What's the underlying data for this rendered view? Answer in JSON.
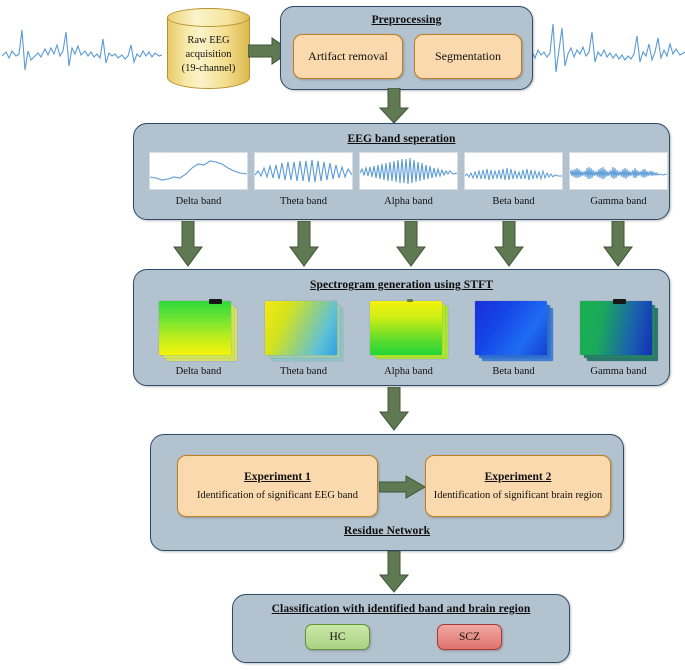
{
  "figure": {
    "title": "EEG schizophrenia classification pipeline",
    "colors": {
      "panel_fill": "#b3c2cf",
      "panel_border": "#2e4a66",
      "box_fill": "#fad9ae",
      "box_border": "#c07f20",
      "arrow": "#5f7a52",
      "arrow_border": "#3f5436",
      "cylinder_fill": "#f3e09a",
      "cylinder_border": "#b8912c",
      "wave": "#5b9bd5",
      "hc": "#b5dc8e",
      "scz": "#e88b86"
    }
  },
  "source": {
    "cylinder": {
      "line1": "Raw EEG",
      "line2": "acquisition",
      "line3": "(19-channel)"
    },
    "wave_left_name": "raw-eeg-waveform-left",
    "wave_right_name": "raw-eeg-waveform-right"
  },
  "preprocessing": {
    "title": "Preprocessing",
    "boxes": [
      {
        "label": "Artifact removal"
      },
      {
        "label": "Segmentation"
      }
    ]
  },
  "band_separation": {
    "title": "EEG band seperation",
    "bands": [
      {
        "label": "Delta band",
        "wave": "delta"
      },
      {
        "label": "Theta band",
        "wave": "theta"
      },
      {
        "label": "Alpha band",
        "wave": "alpha"
      },
      {
        "label": "Beta band",
        "wave": "beta"
      },
      {
        "label": "Gamma band",
        "wave": "gamma"
      }
    ]
  },
  "spectrogram": {
    "title": "Spectrogram generation using STFT",
    "bands": [
      {
        "label": "Delta band",
        "gradient": "linear-gradient(to bottom,#2fd93a 0%,#63e234 28%,#bdee1d 68%,#f5f30a 100%)",
        "tab": true
      },
      {
        "label": "Theta band",
        "gradient": "linear-gradient(115deg,#f2e911 0%,#d4e31c 28%,#5ec0d8 78%,#2f9fe0 100%)",
        "tab": false
      },
      {
        "label": "Alpha band",
        "gradient": "linear-gradient(to bottom,#f3f10c 0%,#cfef14 30%,#5fdc2c 72%,#22d63a 100%)",
        "tab": true
      },
      {
        "label": "Beta band",
        "gradient": "linear-gradient(125deg,#1a2fd6 0%,#1546e8 35%,#1f6cf2 70%,#1440cc 100%)",
        "tab": false
      },
      {
        "label": "Gamma band",
        "gradient": "linear-gradient(100deg,#18b24e 0%,#1ba85c 30%,#1a63ad 70%,#1430b8 100%)",
        "tab": true
      }
    ]
  },
  "residue": {
    "title": "Residue Network",
    "experiments": [
      {
        "heading": "Experiment 1",
        "body": "Identification of significant EEG band"
      },
      {
        "heading": "Experiment 2",
        "body": "Identification of significant brain region"
      }
    ]
  },
  "classification": {
    "title": "Classification with identified band and brain region",
    "classes": [
      {
        "label": "HC",
        "kind": "hc"
      },
      {
        "label": "SCZ",
        "kind": "scz"
      }
    ]
  }
}
